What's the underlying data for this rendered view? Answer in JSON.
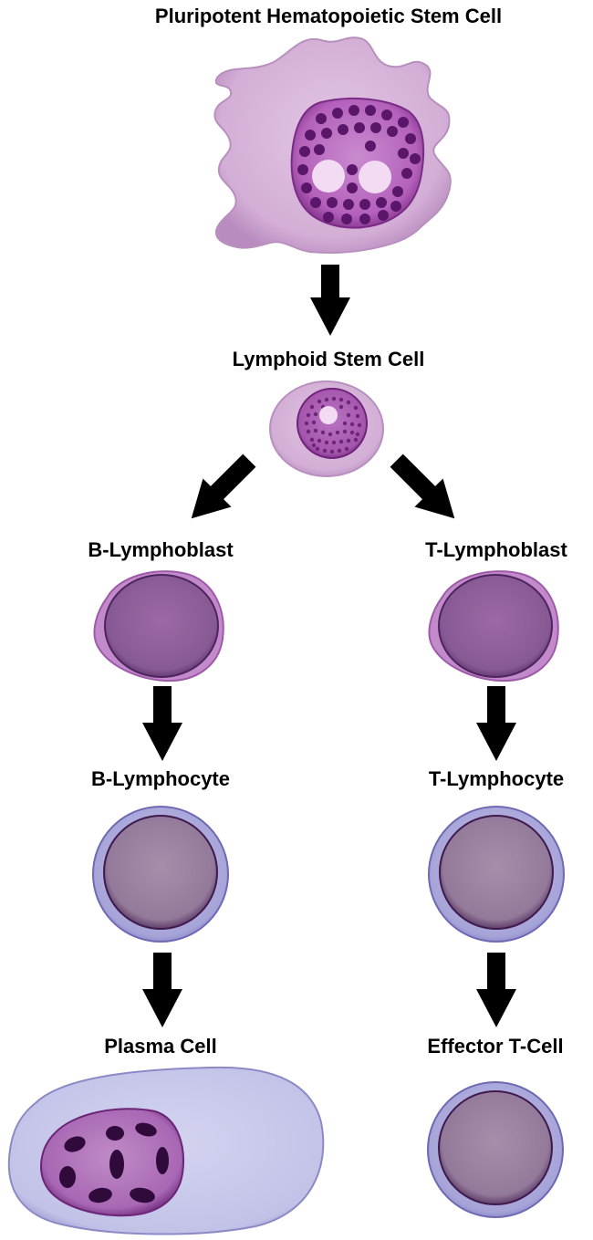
{
  "labels": {
    "hsc": "Pluripotent Hematopoietic Stem Cell",
    "lymphoid": "Lymphoid Stem Cell",
    "b_blast": "B-Lymphoblast",
    "t_blast": "T-Lymphoblast",
    "b_cyte": "B-Lymphocyte",
    "t_cyte": "T-Lymphocyte",
    "plasma": "Plasma Cell",
    "effector": "Effector T-Cell"
  },
  "colors": {
    "stem_cytoplasm": "#d6b3d8",
    "stem_nucleus": "#b15fb8",
    "stem_granule": "#5c1a6b",
    "nucleolus": "#f3dcf3",
    "blast_rim": "#c58ccc",
    "blast_nucleus": "#8a5a95",
    "lymphocyte_rim": "#a9a6da",
    "lymphocyte_nucleus": "#9a7f9e",
    "plasma_cytoplasm": "#c7c7ea",
    "plasma_nucleus": "#a56bb0",
    "arrow": "#000000"
  },
  "icons": {
    "arrow": "down-arrow-icon"
  }
}
